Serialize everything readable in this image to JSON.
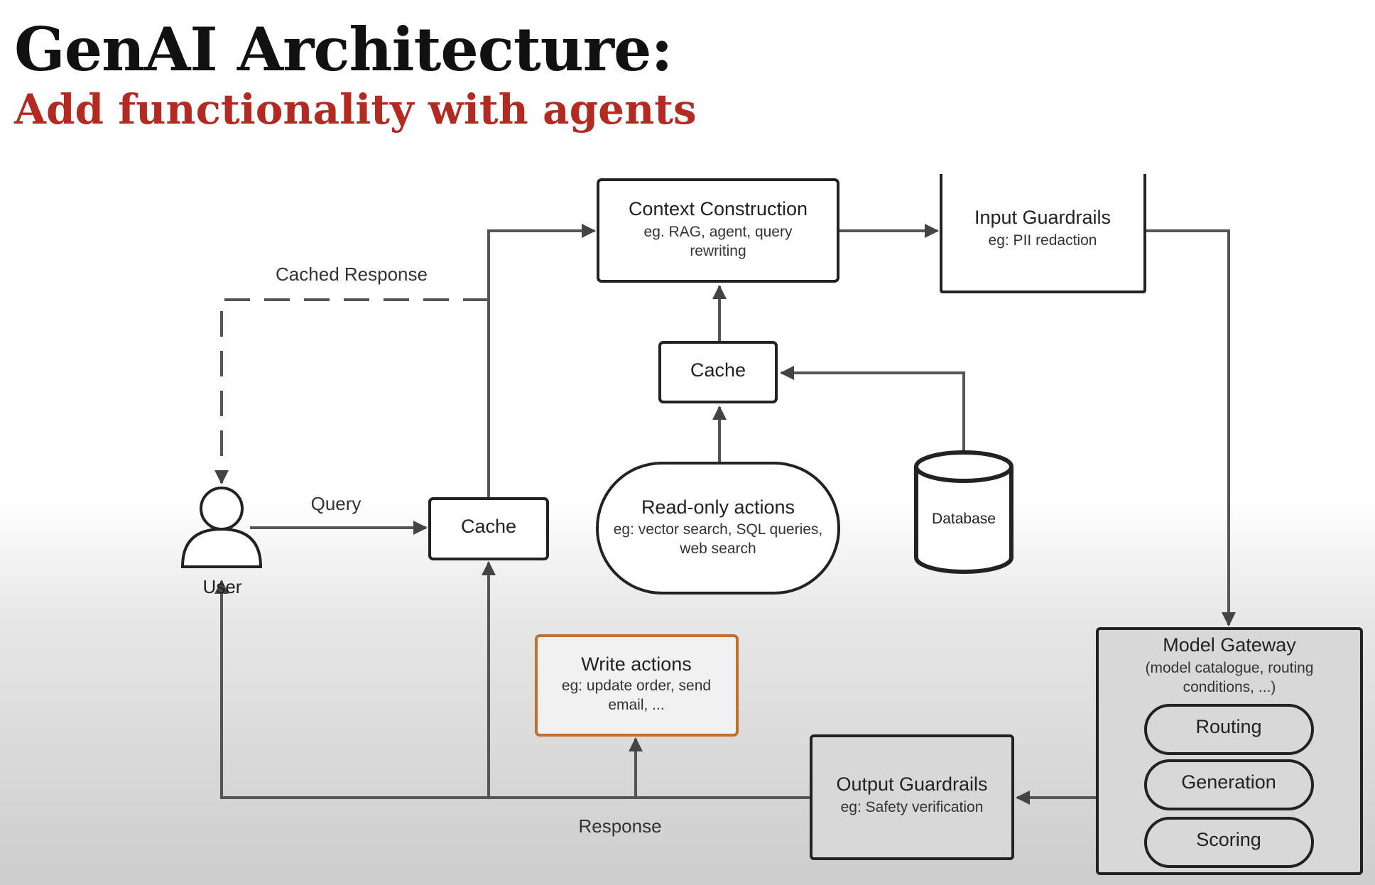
{
  "slide": {
    "title": "GenAI Architecture:",
    "subtitle": "Add functionality with agents"
  },
  "nodes": {
    "context_construction": {
      "title": "Context Construction",
      "desc_line1": "eg. RAG, agent, query",
      "desc_line2": "rewriting"
    },
    "input_guardrails": {
      "title": "Input Guardrails",
      "desc": "eg: PII redaction"
    },
    "cache_top": {
      "title": "Cache"
    },
    "cache_main": {
      "title": "Cache"
    },
    "read_only_actions": {
      "title": "Read-only actions",
      "desc_line1": "eg: vector search, SQL queries,",
      "desc_line2": "web search"
    },
    "database": {
      "title": "Database"
    },
    "user": {
      "title": "User"
    },
    "write_actions": {
      "title": "Write actions",
      "desc_line1": "eg: update order, send",
      "desc_line2": "email, ..."
    },
    "output_guardrails": {
      "title": "Output Guardrails",
      "desc": "eg: Safety verification"
    },
    "model_gateway": {
      "title": "Model Gateway",
      "desc_line1": "(model catalogue, routing",
      "desc_line2": "conditions, ...)",
      "components": [
        "Routing",
        "Generation",
        "Scoring"
      ]
    }
  },
  "edges": {
    "cached_response": "Cached Response",
    "query": "Query",
    "response": "Response"
  },
  "colors": {
    "stroke": "#222222",
    "connector": "#555555",
    "write_actions_border": "#c0702e",
    "subtitle": "#b32a22"
  }
}
